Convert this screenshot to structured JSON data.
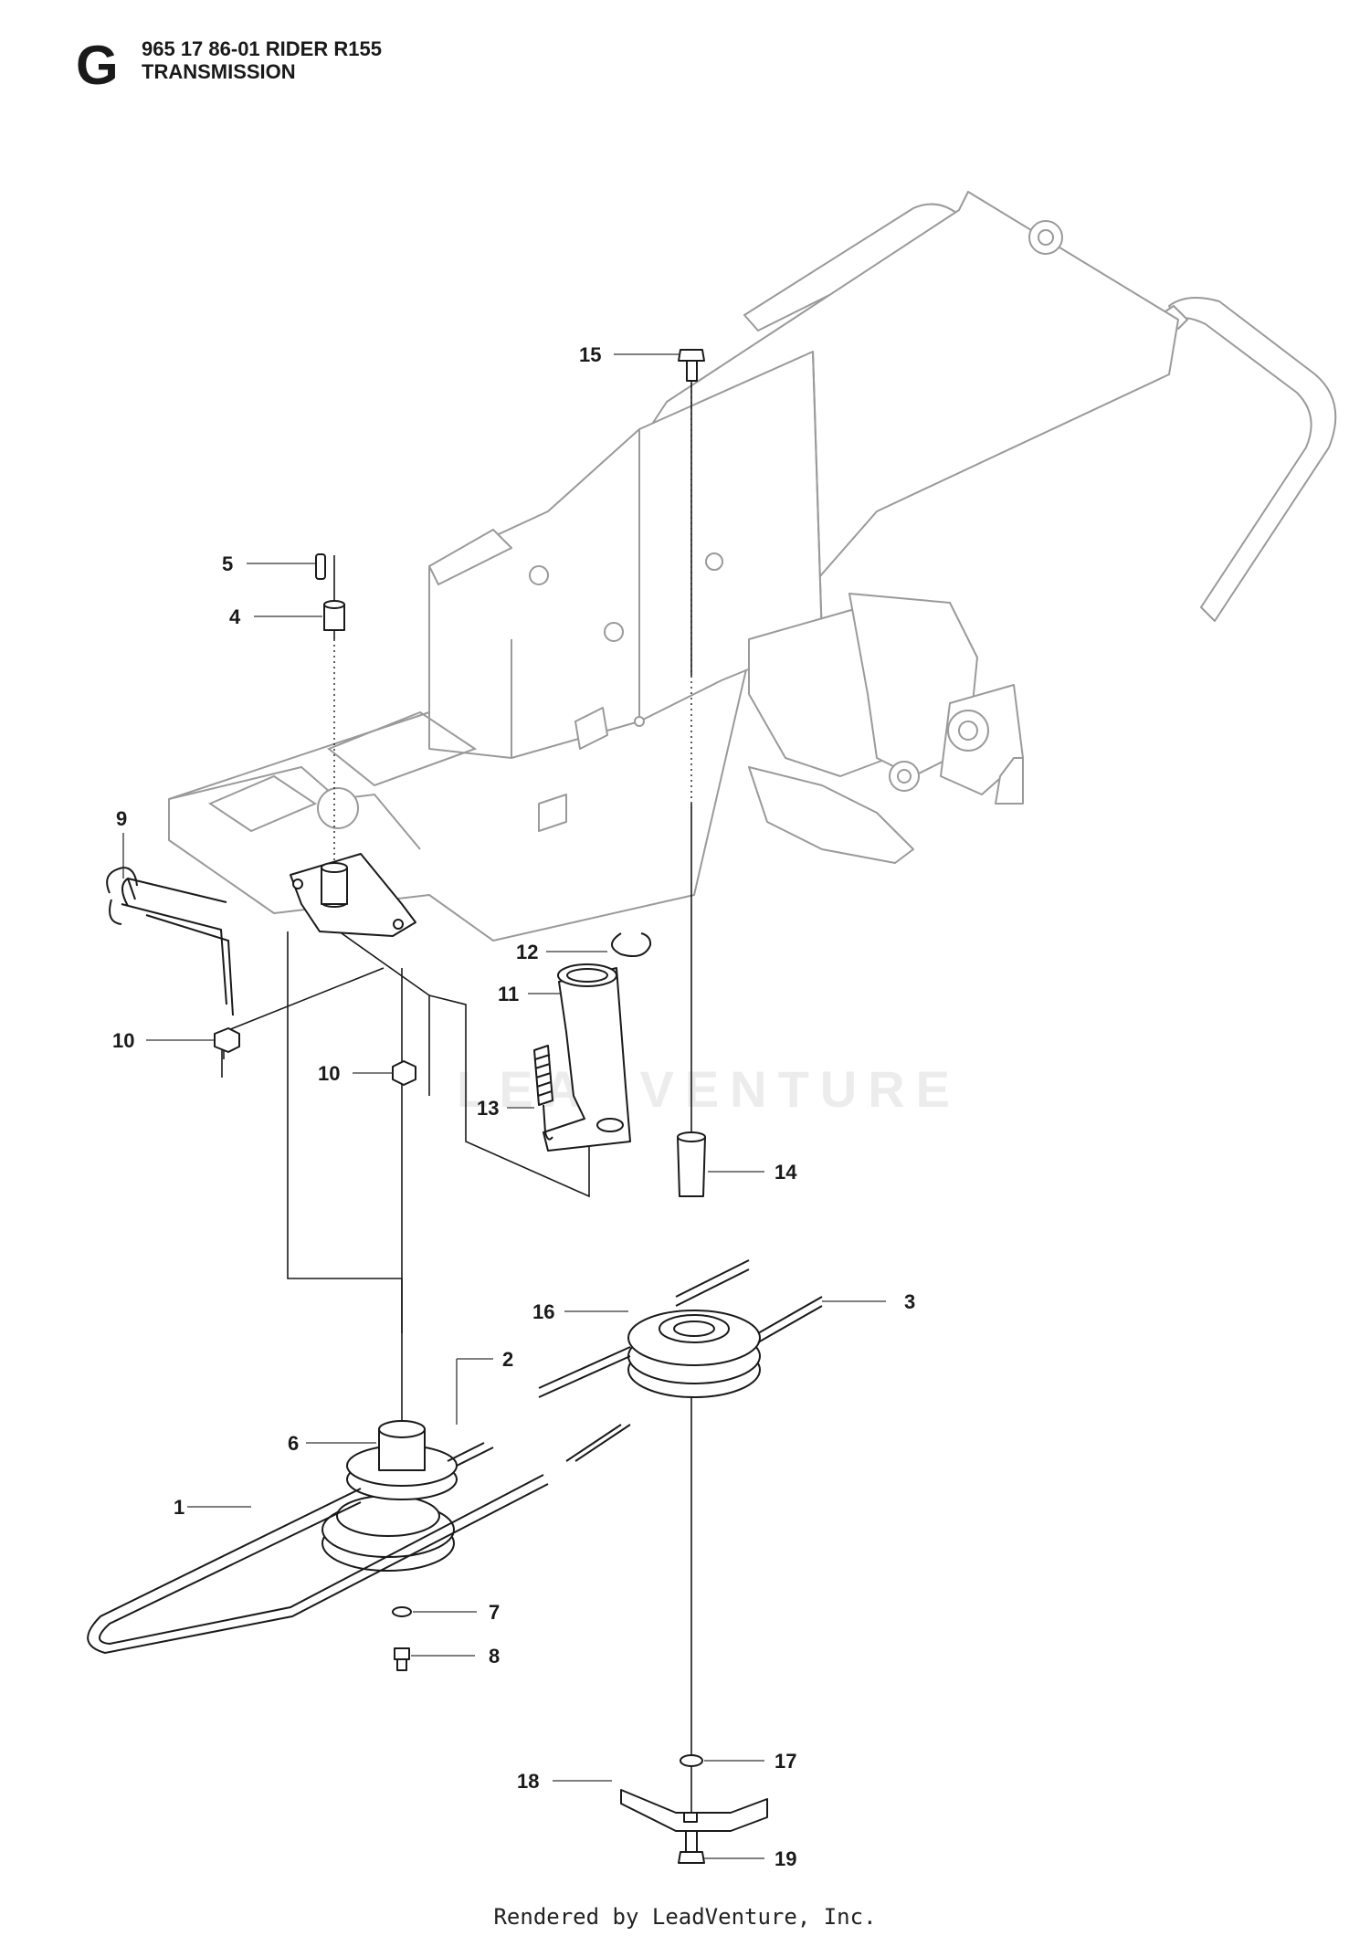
{
  "header": {
    "section_letter": "G",
    "model": "965 17 86-01 RIDER R155",
    "section_name": "TRANSMISSION"
  },
  "watermark": "LEADVENTURE",
  "footer": "Rendered by LeadVenture, Inc.",
  "callouts": [
    "15",
    "5",
    "4",
    "9",
    "10",
    "10",
    "12",
    "11",
    "13",
    "14",
    "16",
    "3",
    "2",
    "6",
    "1",
    "7",
    "8",
    "17",
    "18",
    "19"
  ]
}
